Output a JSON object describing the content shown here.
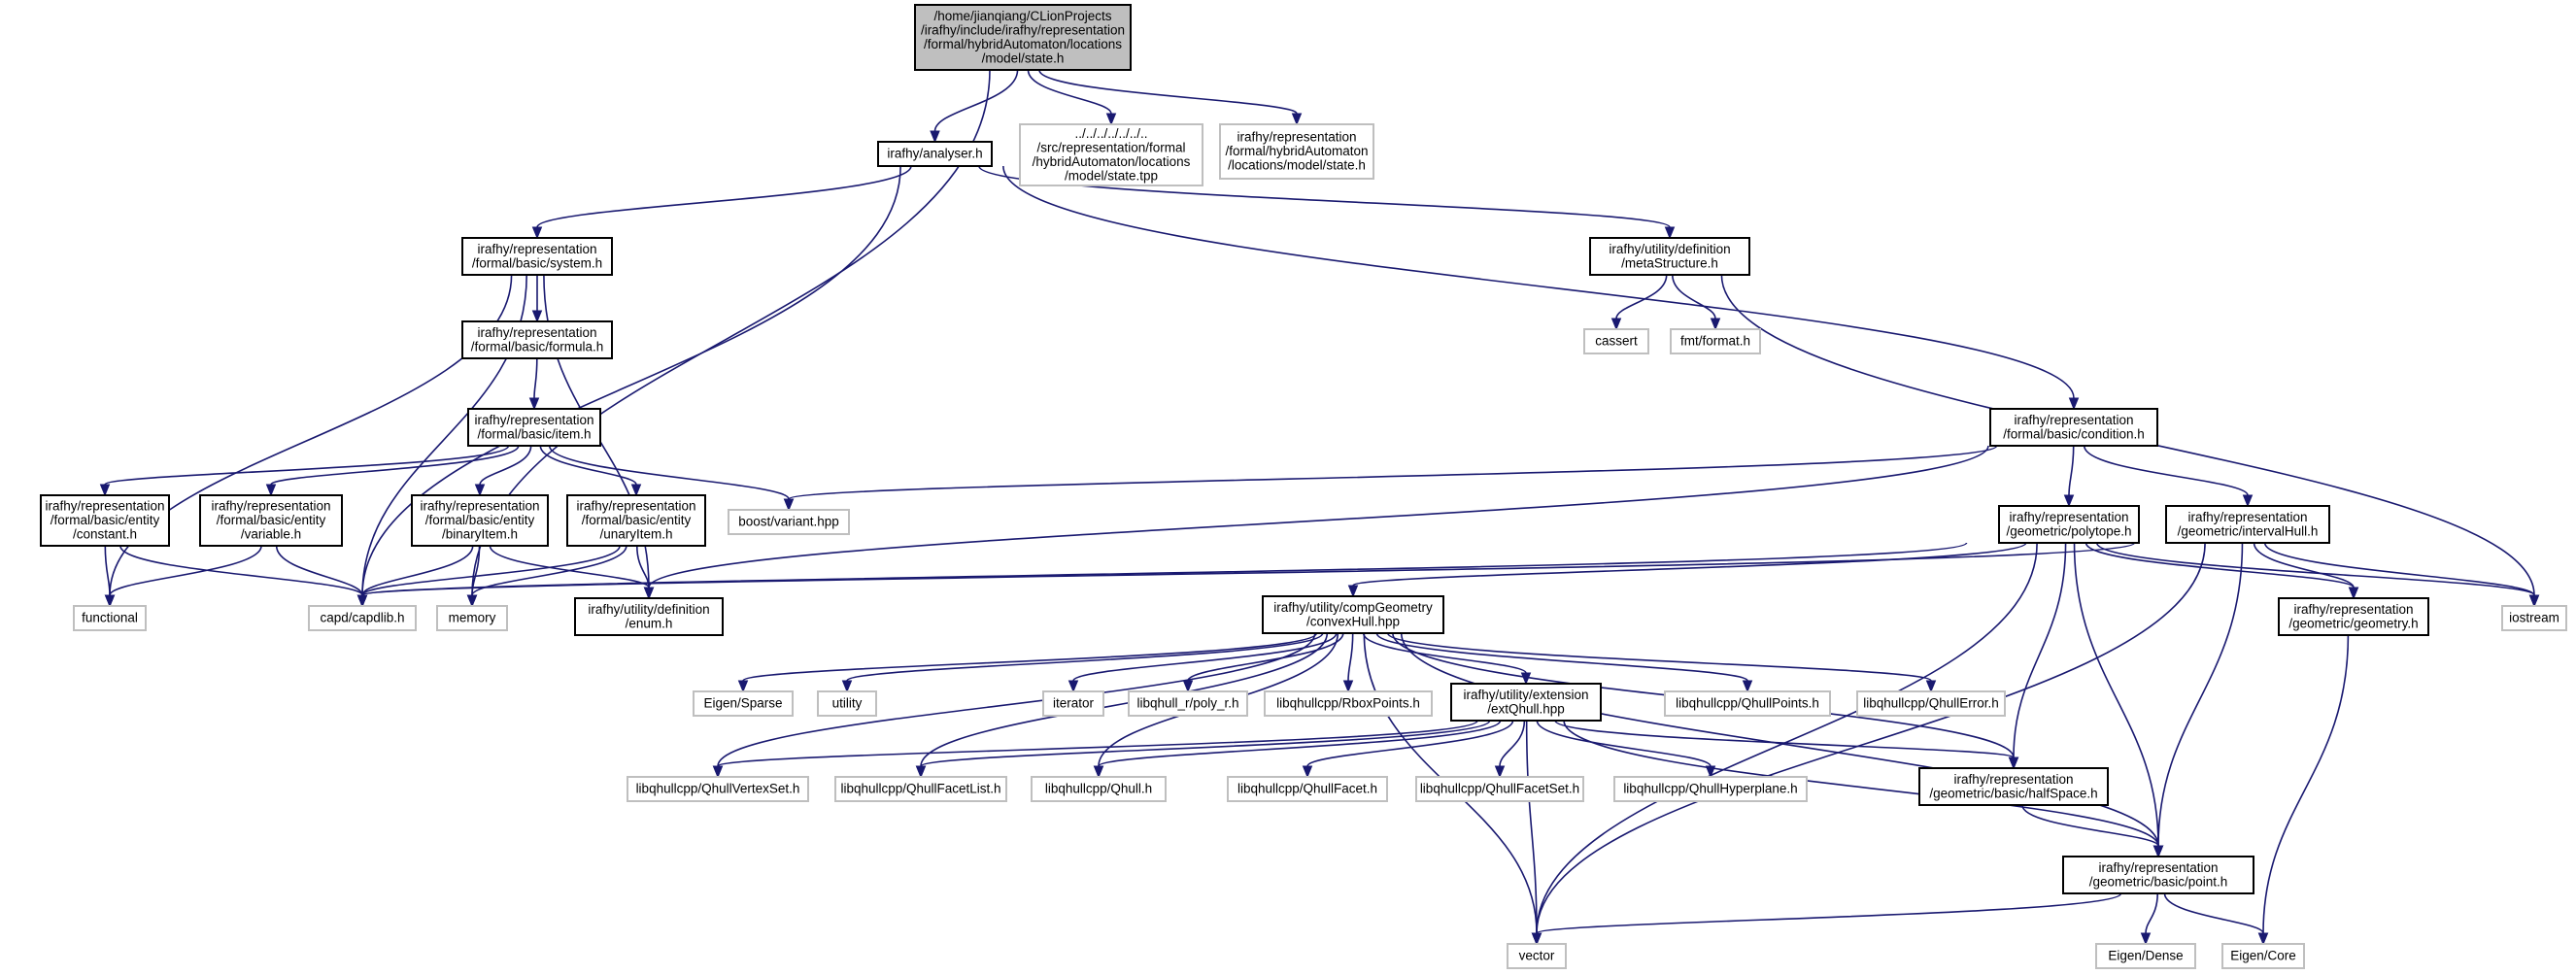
{
  "nodes": {
    "state_h": {
      "lines": [
        "/home/jianqiang/CLionProjects",
        "/irafhy/include/irafhy/representation",
        "/formal/hybridAutomaton/locations",
        "/model/state.h"
      ],
      "external": false,
      "root": true
    },
    "analyser": {
      "lines": [
        "irafhy/analyser.h"
      ],
      "external": false
    },
    "state_tpp": {
      "lines": [
        "../../../../../../..",
        "/src/representation/formal",
        "/hybridAutomaton/locations",
        "/model/state.tpp"
      ],
      "external": true
    },
    "state_h2": {
      "lines": [
        "irafhy/representation",
        "/formal/hybridAutomaton",
        "/locations/model/state.h"
      ],
      "external": true
    },
    "system": {
      "lines": [
        "irafhy/representation",
        "/formal/basic/system.h"
      ],
      "external": false
    },
    "metaStructure": {
      "lines": [
        "irafhy/utility/definition",
        "/metaStructure.h"
      ],
      "external": false
    },
    "cassert": {
      "lines": [
        "cassert"
      ],
      "external": true
    },
    "fmt": {
      "lines": [
        "fmt/format.h"
      ],
      "external": true
    },
    "formula": {
      "lines": [
        "irafhy/representation",
        "/formal/basic/formula.h"
      ],
      "external": false
    },
    "item": {
      "lines": [
        "irafhy/representation",
        "/formal/basic/item.h"
      ],
      "external": false
    },
    "condition": {
      "lines": [
        "irafhy/representation",
        "/formal/basic/condition.h"
      ],
      "external": false
    },
    "constant": {
      "lines": [
        "irafhy/representation",
        "/formal/basic/entity",
        "/constant.h"
      ],
      "external": false
    },
    "variable": {
      "lines": [
        "irafhy/representation",
        "/formal/basic/entity",
        "/variable.h"
      ],
      "external": false
    },
    "binaryItem": {
      "lines": [
        "irafhy/representation",
        "/formal/basic/entity",
        "/binaryItem.h"
      ],
      "external": false
    },
    "unaryItem": {
      "lines": [
        "irafhy/representation",
        "/formal/basic/entity",
        "/unaryItem.h"
      ],
      "external": false
    },
    "boost_variant": {
      "lines": [
        "boost/variant.hpp"
      ],
      "external": true
    },
    "polytope": {
      "lines": [
        "irafhy/representation",
        "/geometric/polytope.h"
      ],
      "external": false
    },
    "intervalHull": {
      "lines": [
        "irafhy/representation",
        "/geometric/intervalHull.h"
      ],
      "external": false
    },
    "functional": {
      "lines": [
        "functional"
      ],
      "external": true
    },
    "capdlib": {
      "lines": [
        "capd/capdlib.h"
      ],
      "external": true
    },
    "memory": {
      "lines": [
        "memory"
      ],
      "external": true
    },
    "enum": {
      "lines": [
        "irafhy/utility/definition",
        "/enum.h"
      ],
      "external": false
    },
    "convexHull": {
      "lines": [
        "irafhy/utility/compGeometry",
        "/convexHull.hpp"
      ],
      "external": false
    },
    "geometry": {
      "lines": [
        "irafhy/representation",
        "/geometric/geometry.h"
      ],
      "external": false
    },
    "iostream": {
      "lines": [
        "iostream"
      ],
      "external": true
    },
    "eigen_sparse": {
      "lines": [
        "Eigen/Sparse"
      ],
      "external": true
    },
    "utility": {
      "lines": [
        "utility"
      ],
      "external": true
    },
    "iterator": {
      "lines": [
        "iterator"
      ],
      "external": true
    },
    "poly_r": {
      "lines": [
        "libqhull_r/poly_r.h"
      ],
      "external": true
    },
    "rboxpoints": {
      "lines": [
        "libqhullcpp/RboxPoints.h"
      ],
      "external": true
    },
    "extQhull": {
      "lines": [
        "irafhy/utility/extension",
        "/extQhull.hpp"
      ],
      "external": false
    },
    "qhullpoints": {
      "lines": [
        "libqhullcpp/QhullPoints.h"
      ],
      "external": true
    },
    "qhullerror": {
      "lines": [
        "libqhullcpp/QhullError.h"
      ],
      "external": true
    },
    "qhullvertexset": {
      "lines": [
        "libqhullcpp/QhullVertexSet.h"
      ],
      "external": true
    },
    "qhullfacetlist": {
      "lines": [
        "libqhullcpp/QhullFacetList.h"
      ],
      "external": true
    },
    "qhull": {
      "lines": [
        "libqhullcpp/Qhull.h"
      ],
      "external": true
    },
    "qhullfacet": {
      "lines": [
        "libqhullcpp/QhullFacet.h"
      ],
      "external": true
    },
    "qhullfacetset": {
      "lines": [
        "libqhullcpp/QhullFacetSet.h"
      ],
      "external": true
    },
    "qhullhyperplane": {
      "lines": [
        "libqhullcpp/QhullHyperplane.h"
      ],
      "external": true
    },
    "halfSpace": {
      "lines": [
        "irafhy/representation",
        "/geometric/basic/halfSpace.h"
      ],
      "external": false
    },
    "point": {
      "lines": [
        "irafhy/representation",
        "/geometric/basic/point.h"
      ],
      "external": false
    },
    "vector": {
      "lines": [
        "vector"
      ],
      "external": true
    },
    "eigen_dense": {
      "lines": [
        "Eigen/Dense"
      ],
      "external": true
    },
    "eigen_core": {
      "lines": [
        "Eigen/Core"
      ],
      "external": true
    }
  },
  "edges": [
    [
      "state_h",
      "analyser"
    ],
    [
      "state_h",
      "state_tpp"
    ],
    [
      "state_h",
      "state_h2"
    ],
    [
      "state_h",
      "memory"
    ],
    [
      "analyser",
      "system"
    ],
    [
      "analyser",
      "metaStructure"
    ],
    [
      "analyser",
      "condition"
    ],
    [
      "analyser",
      "capdlib"
    ],
    [
      "system",
      "formula"
    ],
    [
      "system",
      "functional"
    ],
    [
      "system",
      "capdlib"
    ],
    [
      "system",
      "enum"
    ],
    [
      "metaStructure",
      "cassert"
    ],
    [
      "metaStructure",
      "fmt"
    ],
    [
      "metaStructure",
      "iostream"
    ],
    [
      "formula",
      "item"
    ],
    [
      "item",
      "constant"
    ],
    [
      "item",
      "variable"
    ],
    [
      "item",
      "binaryItem"
    ],
    [
      "item",
      "unaryItem"
    ],
    [
      "item",
      "boost_variant"
    ],
    [
      "constant",
      "functional"
    ],
    [
      "constant",
      "capdlib"
    ],
    [
      "variable",
      "functional"
    ],
    [
      "variable",
      "capdlib"
    ],
    [
      "binaryItem",
      "capdlib"
    ],
    [
      "binaryItem",
      "memory"
    ],
    [
      "binaryItem",
      "enum"
    ],
    [
      "unaryItem",
      "capdlib"
    ],
    [
      "unaryItem",
      "memory"
    ],
    [
      "unaryItem",
      "enum"
    ],
    [
      "condition",
      "boost_variant"
    ],
    [
      "condition",
      "enum"
    ],
    [
      "condition",
      "polytope"
    ],
    [
      "condition",
      "intervalHull"
    ],
    [
      "polytope",
      "capdlib"
    ],
    [
      "polytope",
      "convexHull"
    ],
    [
      "polytope",
      "geometry"
    ],
    [
      "polytope",
      "iostream"
    ],
    [
      "polytope",
      "halfSpace"
    ],
    [
      "polytope",
      "point"
    ],
    [
      "polytope",
      "vector"
    ],
    [
      "intervalHull",
      "capdlib"
    ],
    [
      "intervalHull",
      "geometry"
    ],
    [
      "intervalHull",
      "iostream"
    ],
    [
      "intervalHull",
      "point"
    ],
    [
      "intervalHull",
      "vector"
    ],
    [
      "convexHull",
      "eigen_sparse"
    ],
    [
      "convexHull",
      "utility"
    ],
    [
      "convexHull",
      "iterator"
    ],
    [
      "convexHull",
      "poly_r"
    ],
    [
      "convexHull",
      "rboxpoints"
    ],
    [
      "convexHull",
      "extQhull"
    ],
    [
      "convexHull",
      "qhullpoints"
    ],
    [
      "convexHull",
      "qhullerror"
    ],
    [
      "convexHull",
      "qhullvertexset"
    ],
    [
      "convexHull",
      "qhullfacetlist"
    ],
    [
      "convexHull",
      "qhull"
    ],
    [
      "convexHull",
      "halfSpace"
    ],
    [
      "convexHull",
      "point"
    ],
    [
      "convexHull",
      "vector"
    ],
    [
      "extQhull",
      "qhullvertexset"
    ],
    [
      "extQhull",
      "qhullfacetlist"
    ],
    [
      "extQhull",
      "qhull"
    ],
    [
      "extQhull",
      "qhullfacet"
    ],
    [
      "extQhull",
      "qhullfacetset"
    ],
    [
      "extQhull",
      "qhullhyperplane"
    ],
    [
      "extQhull",
      "halfSpace"
    ],
    [
      "extQhull",
      "point"
    ],
    [
      "extQhull",
      "vector"
    ],
    [
      "geometry",
      "eigen_core"
    ],
    [
      "halfSpace",
      "point"
    ],
    [
      "point",
      "vector"
    ],
    [
      "point",
      "eigen_dense"
    ],
    [
      "point",
      "eigen_core"
    ]
  ]
}
